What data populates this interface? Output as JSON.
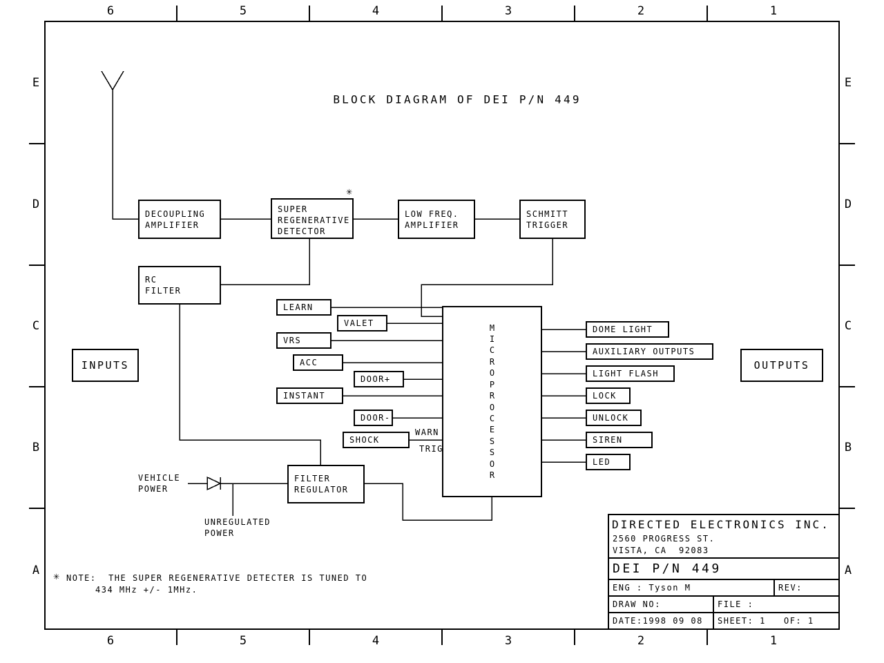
{
  "title": "BLOCK DIAGRAM OF DEI P/N 449",
  "grid": {
    "cols": [
      "6",
      "5",
      "4",
      "3",
      "2",
      "1"
    ],
    "rows": [
      "E",
      "D",
      "C",
      "B",
      "A"
    ]
  },
  "blocks": {
    "decoupling_amplifier": "DECOUPLING\nAMPLIFIER",
    "super_regenerative_detector": "SUPER\nREGENERATIVE\nDETECTOR",
    "low_freq_amplifier": "LOW FREQ.\nAMPLIFIER",
    "schmitt_trigger": "SCHMITT\nTRIGGER",
    "rc_filter": "RC\nFILTER",
    "filter_regulator": "FILTER\nREGULATOR",
    "microprocessor": "M\nI\nC\nR\nO\nP\nR\nO\nC\nE\nS\nS\nO\nR",
    "inputs": "INPUTS",
    "outputs": "OUTPUTS"
  },
  "input_boxes": {
    "learn": "LEARN",
    "valet": "VALET",
    "vrs": "VRS",
    "acc": "ACC",
    "door_plus": "DOOR+",
    "instant": "INSTANT",
    "door_minus": "DOOR-",
    "shock": "SHOCK"
  },
  "wire_labels": {
    "warn": "WARN",
    "trig": "TRIG"
  },
  "output_boxes": {
    "dome_light": "DOME LIGHT",
    "auxiliary_outputs": "AUXILIARY OUTPUTS",
    "light_flash": "LIGHT FLASH",
    "lock": "LOCK",
    "unlock": "UNLOCK",
    "siren": "SIREN",
    "led": "LED"
  },
  "labels": {
    "vehicle_power": "VEHICLE\nPOWER",
    "unregulated_power": "UNREGULATED\nPOWER",
    "detector_star": "✳",
    "note_star": "✳",
    "note_line1": "NOTE:  THE SUPER REGENERATIVE DETECTER IS TUNED TO",
    "note_line2": "434 MHz +/- 1MHz."
  },
  "title_block": {
    "company": "DIRECTED ELECTRONICS INC.",
    "address1": "2560 PROGRESS ST.",
    "address2": "VISTA, CA  92083",
    "part": "DEI P/N 449",
    "eng": "ENG : Tyson M",
    "rev": "REV:",
    "draw_no": "DRAW NO:",
    "file": "FILE :",
    "date": "DATE:1998 09 08",
    "sheet": "SHEET: 1   OF: 1"
  }
}
